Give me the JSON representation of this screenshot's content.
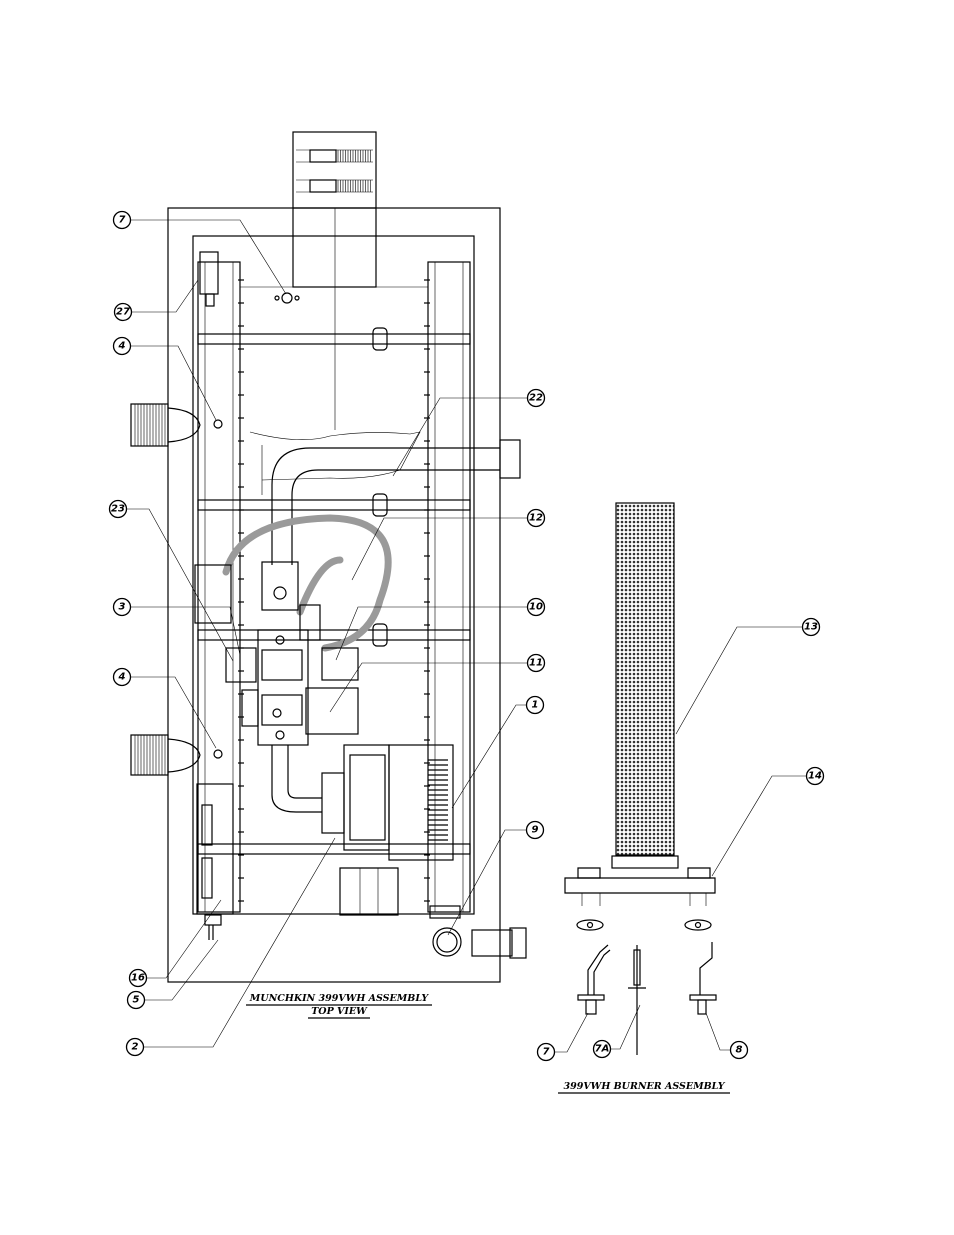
{
  "captions": {
    "main_title": "MUNCHKIN 399VWH ASSEMBLY",
    "main_subtitle": "TOP VIEW",
    "burner_title": "399VWH BURNER ASSEMBLY"
  },
  "callouts": [
    {
      "id": "c7top",
      "label": "7"
    },
    {
      "id": "c27",
      "label": "27"
    },
    {
      "id": "c4a",
      "label": "4"
    },
    {
      "id": "c22",
      "label": "22"
    },
    {
      "id": "c23",
      "label": "23"
    },
    {
      "id": "c12",
      "label": "12"
    },
    {
      "id": "c3",
      "label": "3"
    },
    {
      "id": "c10",
      "label": "10"
    },
    {
      "id": "c11",
      "label": "11"
    },
    {
      "id": "c4b",
      "label": "4"
    },
    {
      "id": "c1",
      "label": "1"
    },
    {
      "id": "c9",
      "label": "9"
    },
    {
      "id": "c16",
      "label": "16"
    },
    {
      "id": "c5",
      "label": "5"
    },
    {
      "id": "c2",
      "label": "2"
    },
    {
      "id": "c13",
      "label": "13"
    },
    {
      "id": "c14",
      "label": "14"
    },
    {
      "id": "c7b",
      "label": "7"
    },
    {
      "id": "c7a",
      "label": "7A"
    },
    {
      "id": "c8",
      "label": "8"
    }
  ],
  "colors": {
    "line": "#000000",
    "gas_tube": "#9a9a9a",
    "mesh": "#333333"
  }
}
